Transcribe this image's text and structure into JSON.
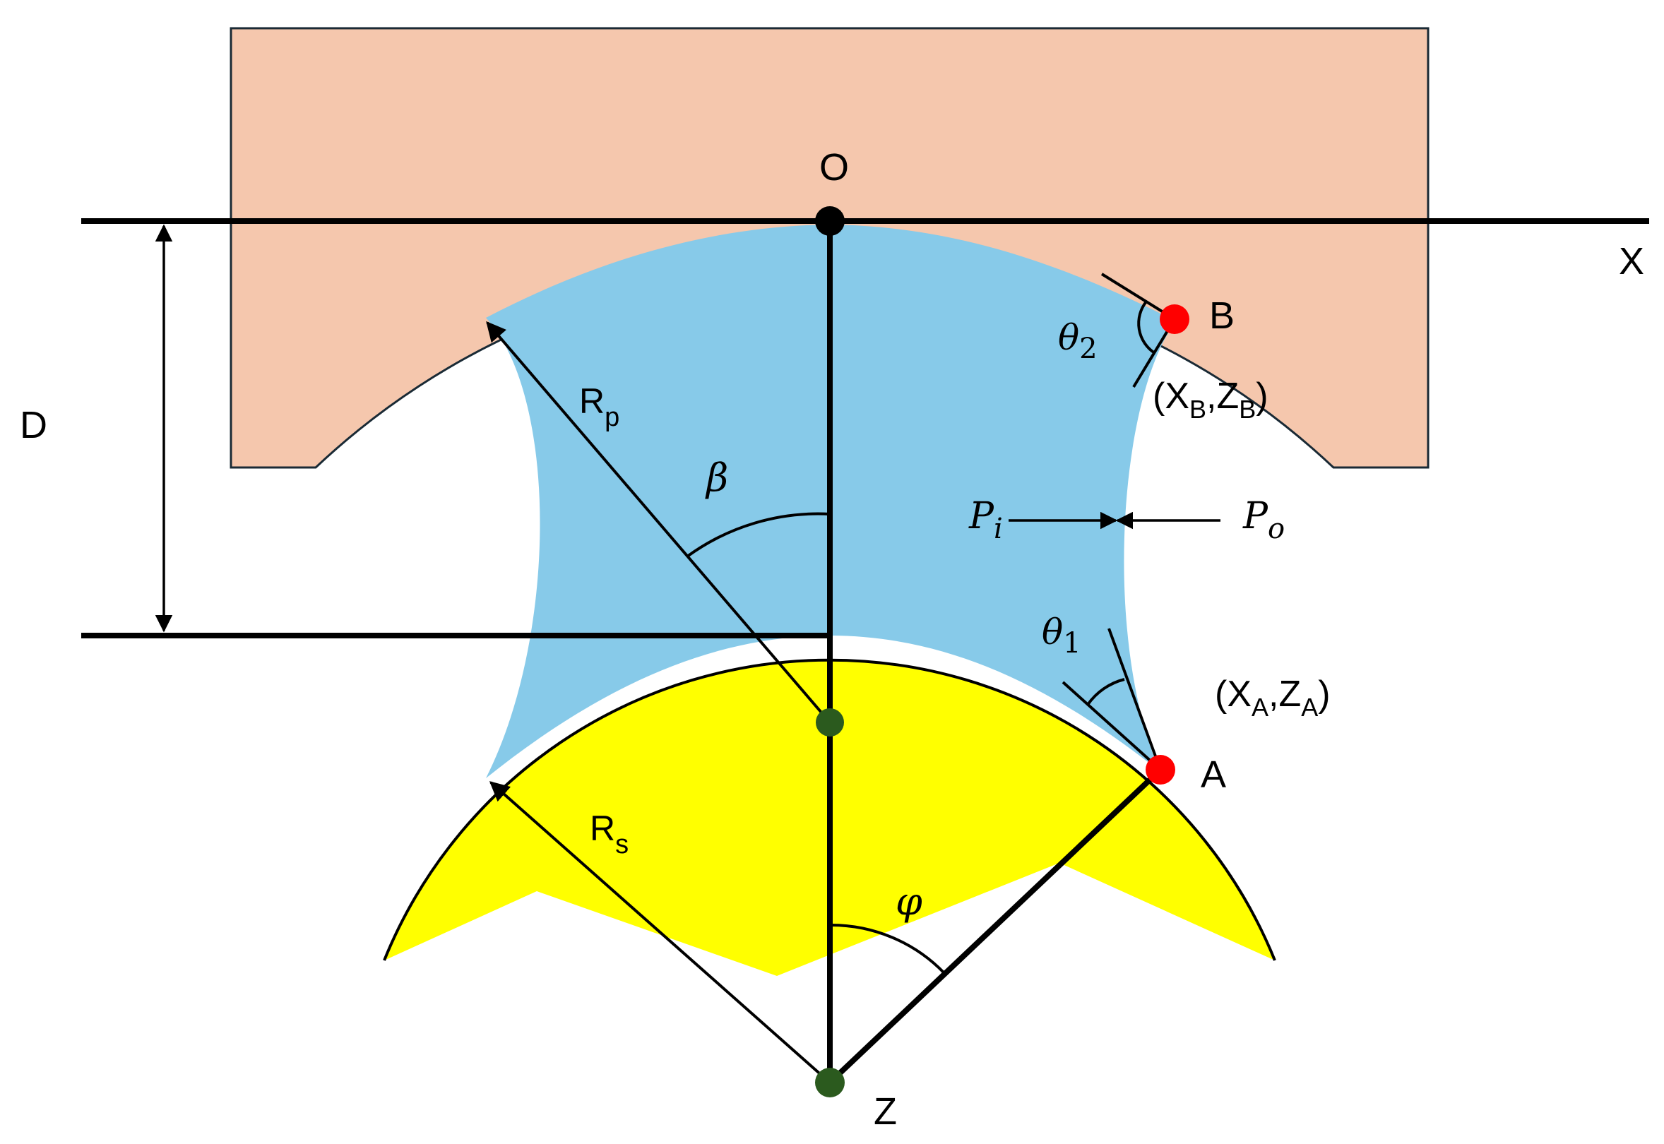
{
  "colors": {
    "plate": "#F5C7AD",
    "liquid": "#87CAE9",
    "sphere": "#FFFF00",
    "contact_point": "#FF0000",
    "center_point": "#2B5A1E",
    "line": "#000000"
  },
  "labels": {
    "origin": "O",
    "x_axis": "X",
    "distance": "D",
    "point_b": "B",
    "point_a": "A",
    "bottom_center": "Z",
    "r_p": {
      "main": "R",
      "sub": "p"
    },
    "r_s": {
      "main": "R",
      "sub": "s"
    },
    "beta": "β",
    "phi": "φ",
    "theta_1": {
      "main": "θ",
      "sub": "1"
    },
    "theta_2": {
      "main": "θ",
      "sub": "2"
    },
    "p_i": {
      "main": "P",
      "sub": "i"
    },
    "p_o": {
      "main": "P",
      "sub": "o"
    },
    "coord_b": {
      "open": "(X",
      "sub1": "B",
      "mid": ",Z",
      "sub2": "B",
      "close": ")"
    },
    "coord_a": {
      "open": "(X",
      "sub1": "A",
      "mid": ",Z",
      "sub2": "A",
      "close": ")"
    }
  }
}
